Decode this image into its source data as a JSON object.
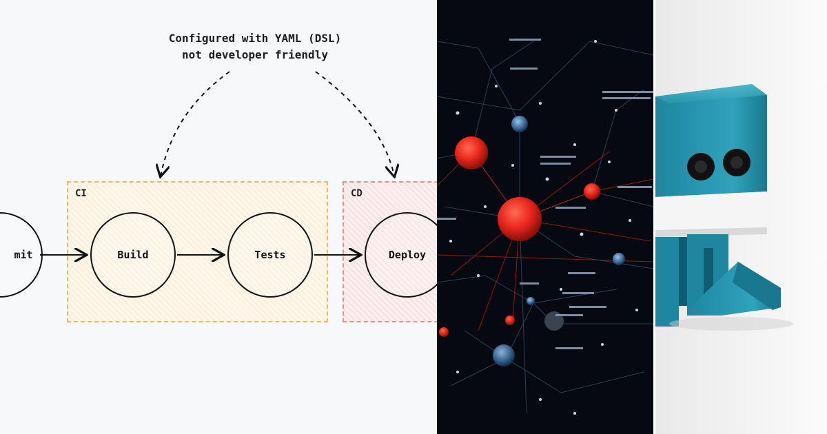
{
  "diagram": {
    "annotation": {
      "line1": "Configured with YAML (DSL)",
      "line2": "not developer friendly"
    },
    "zones": {
      "ci_label": "CI",
      "cd_label": "CD"
    },
    "stages": {
      "commit": "mit",
      "build": "Build",
      "tests": "Tests",
      "deploy": "Deploy"
    }
  },
  "colors": {
    "ci_border": "#f3b65c",
    "cd_border": "#ef8d8d",
    "network_bg": "#06090f",
    "network_red": "#e8261c",
    "network_blue": "#5a86b8",
    "robot_teal": "#2b9ab2"
  }
}
